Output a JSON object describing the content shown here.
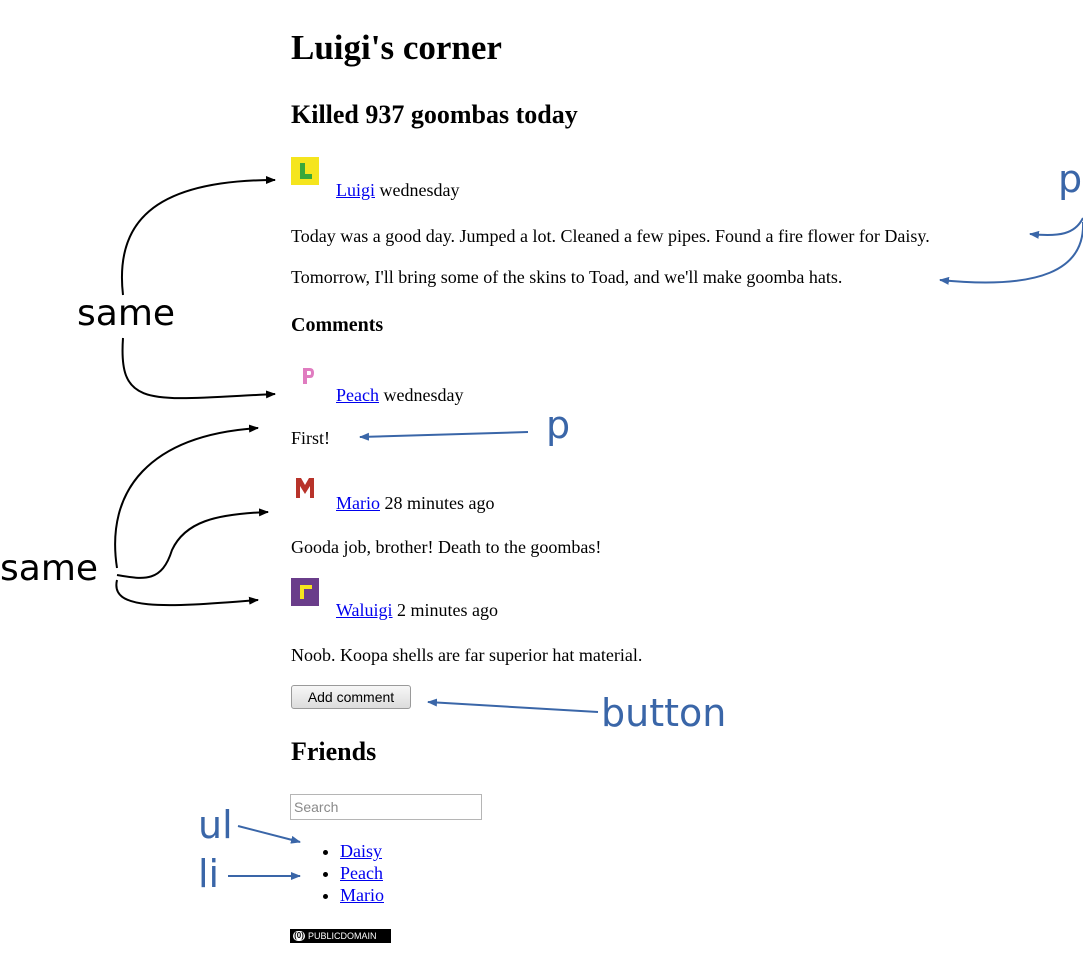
{
  "page": {
    "title": "Luigi's corner",
    "post_title": "Killed 937 goombas today"
  },
  "post": {
    "author": "Luigi",
    "date": "wednesday",
    "avatar_letter": "L",
    "avatar_bg": "#f5e51e",
    "avatar_fg": "#3aa83a",
    "paragraphs": [
      "Today was a good day. Jumped a lot. Cleaned a few pipes. Found a fire flower for Daisy.",
      "Tomorrow, I'll bring some of the skins to Toad, and we'll make goomba hats."
    ]
  },
  "comments": {
    "heading": "Comments",
    "items": [
      {
        "author": "Peach",
        "date": "wednesday",
        "text": "First!",
        "avatar_letter": "P",
        "avatar_bg": "#ffffff",
        "avatar_fg": "#e07cc0"
      },
      {
        "author": "Mario",
        "date": "28 minutes ago",
        "text": "Gooda job, brother! Death to the goombas!",
        "avatar_letter": "M",
        "avatar_bg": "#ffffff",
        "avatar_fg": "#b8332a"
      },
      {
        "author": "Waluigi",
        "date": "2 minutes ago",
        "text": "Noob. Koopa shells are far superior hat material.",
        "avatar_letter": "Γ",
        "avatar_bg": "#6a3d8a",
        "avatar_fg": "#f5e51e"
      }
    ],
    "add_button": "Add comment"
  },
  "friends": {
    "heading": "Friends",
    "search_placeholder": "Search",
    "items": [
      "Daisy",
      "Peach",
      "Mario"
    ]
  },
  "license_badge": {
    "icon": "(0)",
    "label": "PUBLICDOMAIN"
  },
  "annotations": {
    "same_top": "same",
    "same_bottom": "same",
    "p_top": "p",
    "p_mid": "p",
    "button": "button",
    "ul": "ul",
    "li": "li",
    "colors": {
      "black": "#000000",
      "blue": "#3a66a8"
    }
  }
}
